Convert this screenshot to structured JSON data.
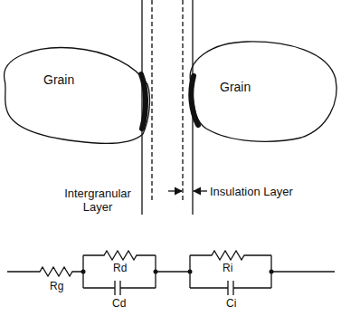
{
  "diagram": {
    "nodes": [
      {
        "text": [
          "Grain"
        ]
      },
      {
        "text": [
          "Grain"
        ]
      }
    ],
    "labels": [
      "Intergranular Layer",
      "Insulation Layer",
      "Rg",
      "Rd",
      "Cd",
      "Ri",
      "Ci"
    ]
  }
}
